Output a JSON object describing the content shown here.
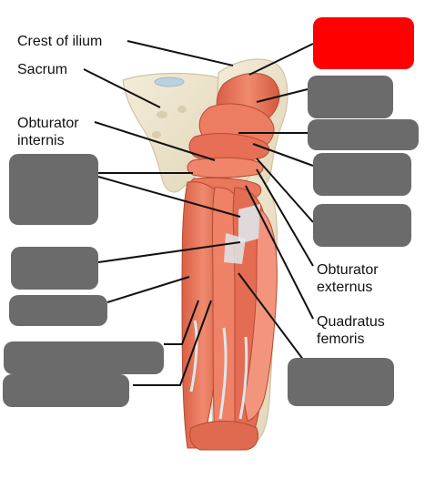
{
  "diagram": {
    "labels": {
      "crest_of_ilium": "Crest of ilium",
      "sacrum": "Sacrum",
      "obturator_internis": "Obturator\ninternis",
      "obturator_externus": "Obturator\nexternus",
      "quadratus_femoris": "Quadratus\nfemoris"
    },
    "colors": {
      "hidden_label_box": "#6b6b6b",
      "highlighted_label_box": "#ff0000",
      "muscle": "#e8735a",
      "muscle_shadow": "#c9543d",
      "bone": "#efe6cf",
      "bone_edge": "#cfc3a2",
      "tendon": "#dfe6ea",
      "leader_line": "#111111"
    },
    "hidden_labels": [
      {
        "id": "box-upper-right",
        "state": "highlighted"
      },
      {
        "id": "box-right-2",
        "state": "hidden"
      },
      {
        "id": "box-right-3",
        "state": "hidden"
      },
      {
        "id": "box-right-4",
        "state": "hidden"
      },
      {
        "id": "box-right-5",
        "state": "hidden"
      },
      {
        "id": "box-left-1",
        "state": "hidden"
      },
      {
        "id": "box-left-2",
        "state": "hidden"
      },
      {
        "id": "box-left-3",
        "state": "hidden"
      },
      {
        "id": "box-left-4",
        "state": "hidden"
      },
      {
        "id": "box-left-5",
        "state": "hidden"
      },
      {
        "id": "box-lower-right",
        "state": "hidden"
      }
    ]
  }
}
